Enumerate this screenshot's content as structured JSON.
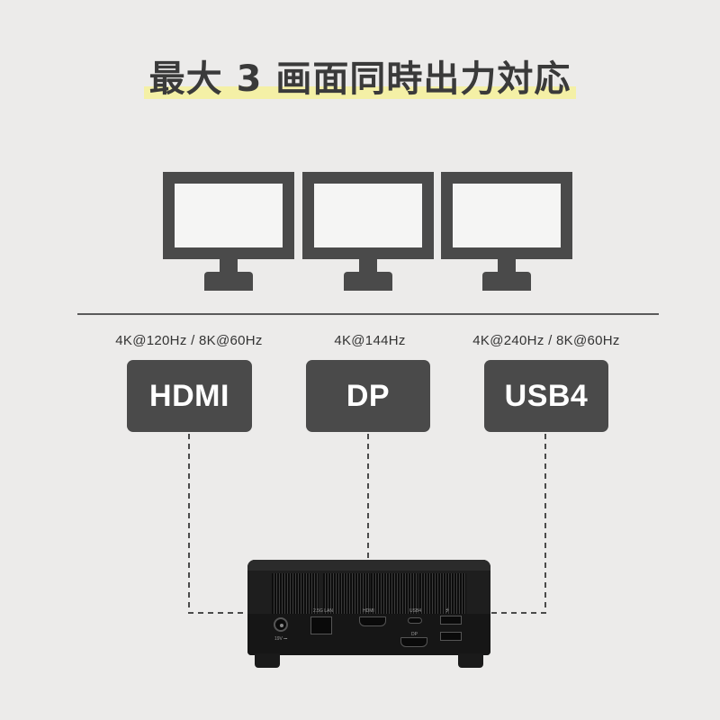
{
  "title": "最大 3 画面同時出力対応",
  "outputs": [
    {
      "spec": "4K@120Hz / 8K@60Hz",
      "port": "HDMI"
    },
    {
      "spec": "4K@144Hz",
      "port": "DP"
    },
    {
      "spec": "4K@240Hz / 8K@60Hz",
      "port": "USB4"
    }
  ],
  "device": {
    "labels": {
      "dc": "19V ⎓",
      "lan": "2.5G LAN",
      "hdmi": "HDMI",
      "usb4": "USB4",
      "dp": "DP",
      "usb": "⭍"
    }
  },
  "colors": {
    "background": "#ecebea",
    "dark": "#4a4a4a",
    "title_highlight": "#f4f0a6"
  }
}
